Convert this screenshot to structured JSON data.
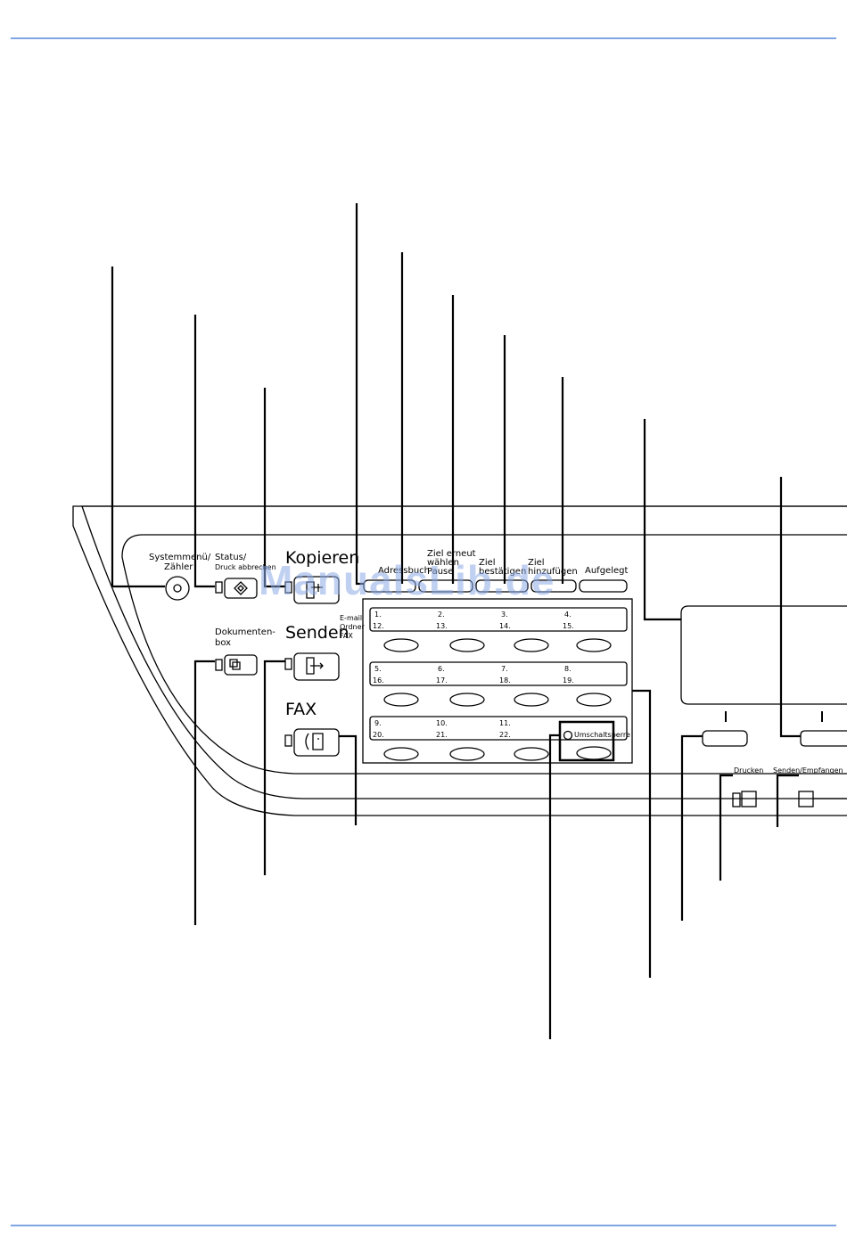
{
  "colors": {
    "rule": "#7fa6e3",
    "ink": "#000000",
    "watermark": "#8caae6"
  },
  "labels": {
    "systemmenu": "Systemmenü/",
    "zaehler": "Zähler",
    "status": "Status/",
    "druck_abbrechen": "Druck abbrechen",
    "kopieren": "Kopieren",
    "adressbuch": "Adressbuch",
    "ziel_erneut": "Ziel erneut",
    "waehlen": "wählen",
    "pause": "Pause",
    "ziel_bestaetigen_1": "Ziel",
    "ziel_bestaetigen_2": "bestätigen",
    "ziel_hinzufuegen_1": "Ziel",
    "ziel_hinzufuegen_2": "hinzufügen",
    "aufgelegt": "Aufgelegt",
    "dokumenten": "Dokumenten-",
    "box": "box",
    "senden": "Senden",
    "email": "E-mail",
    "ordner": "Ordner",
    "fax_small": "FAX",
    "fax": "FAX",
    "umschaltsperre": "Umschaltsperre",
    "drucken": "Drucken",
    "senden_empfangen": "Senden/Empfangen"
  },
  "one_touch": {
    "row1a": [
      "1.",
      "2.",
      "3.",
      "4."
    ],
    "row1b": [
      "12.",
      "13.",
      "14.",
      "15."
    ],
    "row2a": [
      "5.",
      "6.",
      "7.",
      "8."
    ],
    "row2b": [
      "16.",
      "17.",
      "18.",
      "19."
    ],
    "row3a": [
      "9.",
      "10.",
      "11."
    ],
    "row3b": [
      "20.",
      "21.",
      "22."
    ]
  },
  "watermark": "ManualsLib.de"
}
